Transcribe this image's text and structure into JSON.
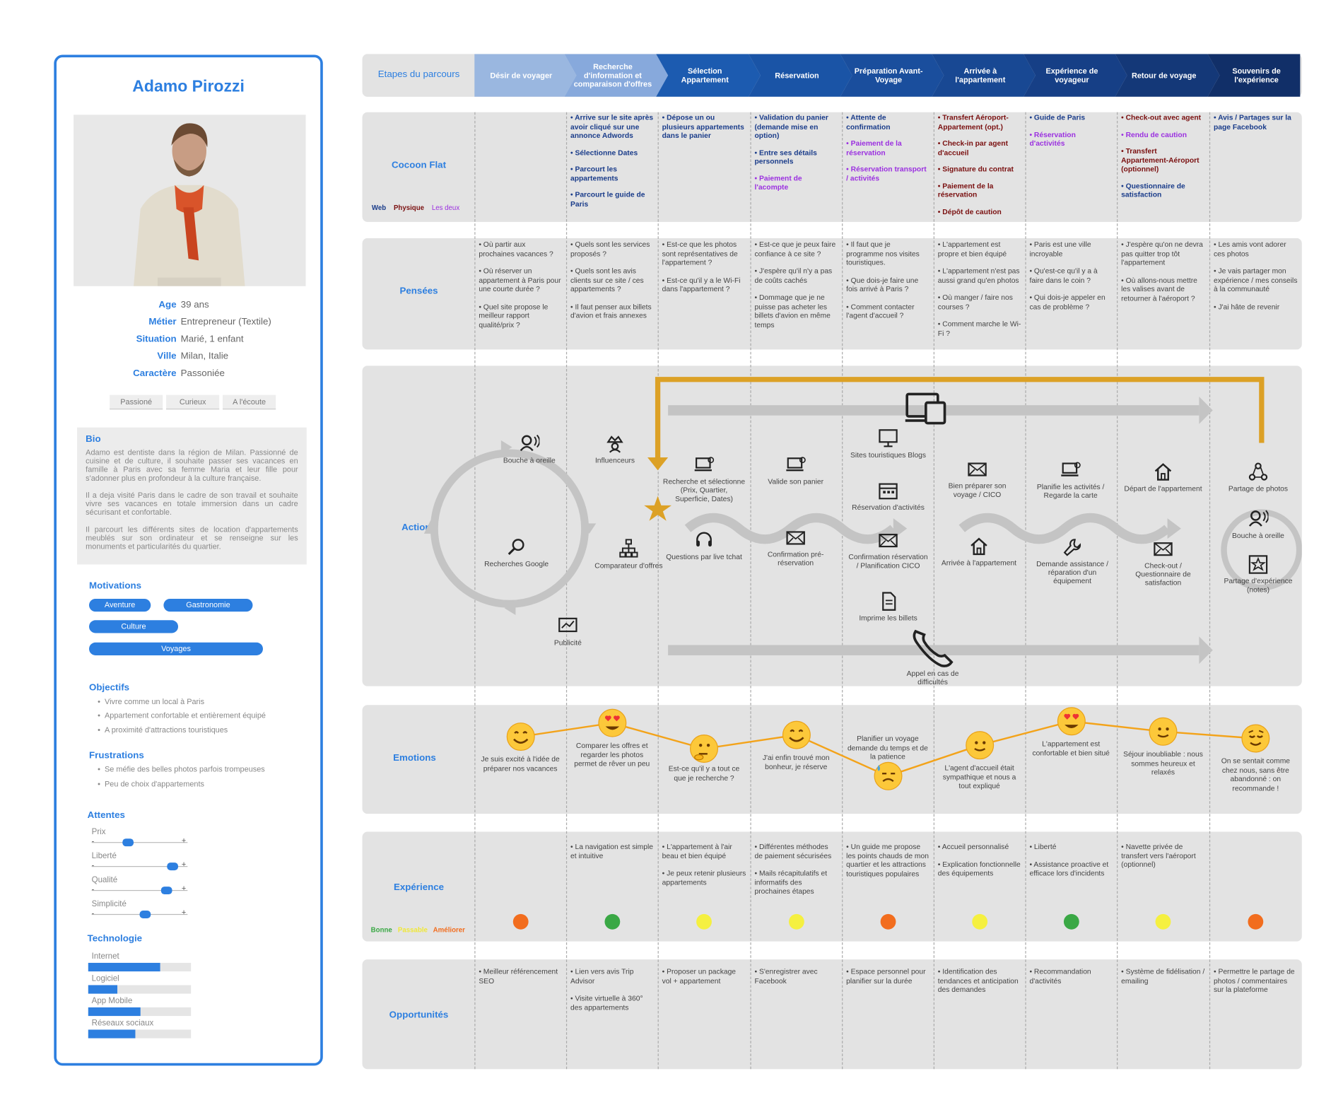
{
  "persona": {
    "name": "Adamo Pirozzi",
    "info": [
      {
        "label": "Age",
        "value": "39 ans"
      },
      {
        "label": "Métier",
        "value": "Entrepreneur (Textile)"
      },
      {
        "label": "Situation",
        "value": "Marié, 1 enfant"
      },
      {
        "label": "Ville",
        "value": "Milan, Italie"
      },
      {
        "label": "Caractère",
        "value": "Passoniée"
      }
    ],
    "traits": [
      "Passioné",
      "Curieux",
      "A l'écoute"
    ],
    "bio_title": "Bio",
    "bio": [
      "Adamo est dentiste dans la région de Milan. Passionné de cuisine et de culture, il souhaite passer ses vacances en famille à Paris avec sa femme Maria et leur fille pour s'adonner plus en profondeur à la culture française.",
      "Il a deja visité Paris dans le cadre de son travail et souhaite vivre ses vacances en totale immersion dans un cadre sécurisant et confortable.",
      "Il parcourt les différents sites de location d'appartements meublés sur son ordinateur et se renseigne sur les monuments et particularités du quartier."
    ],
    "motivations_title": "Motivations",
    "motivations": [
      "Aventure",
      "Gastronomie",
      "Culture",
      "Voyages"
    ],
    "objectifs_title": "Objectifs",
    "objectifs": [
      "Vivre comme un local à Paris",
      "Appartement confortable et entièrement équipé",
      "A proximité d'attractions touristiques"
    ],
    "frustrations_title": "Frustrations",
    "frustrations": [
      "Se méfie des belles photos parfois trompeuses",
      "Peu de choix d'appartements"
    ],
    "attentes_title": "Attentes",
    "attentes": [
      {
        "label": "Prix",
        "level": 0.3
      },
      {
        "label": "Liberté",
        "level": 0.82
      },
      {
        "label": "Qualité",
        "level": 0.75
      },
      {
        "label": "Simplicité",
        "level": 0.5
      }
    ],
    "minus": "-",
    "plus": "+",
    "technologie_title": "Technologie",
    "technologie": [
      {
        "label": "Internet",
        "level": 0.7
      },
      {
        "label": "Logiciel",
        "level": 0.28
      },
      {
        "label": "App Mobile",
        "level": 0.51
      },
      {
        "label": "Réseaux sociaux",
        "level": 0.46
      }
    ]
  },
  "journey": {
    "rows": {
      "etapes": "Etapes du parcours",
      "cocoon": "Cocoon Flat",
      "pensees": "Pensées",
      "actions": "Actions",
      "emotions": "Emotions",
      "experience": "Expérience",
      "opportunites": "Opportunités"
    },
    "channel_legend": {
      "web": "Web",
      "physique": "Physique",
      "both": "Les deux"
    },
    "experience_legend": {
      "bonne": "Bonne",
      "passable": "Passable",
      "ameliorer": "Améliorer"
    },
    "stages": [
      "Désir de voyager",
      "Recherche d'information et comparaison d'offres",
      "Sélection Appartement",
      "Réservation",
      "Préparation Avant-Voyage",
      "Arrivée à l'appartement",
      "Expérience de voyageur",
      "Retour de voyage",
      "Souvenirs de l'expérience"
    ],
    "touchpoints": [
      [],
      [
        {
          "c": "web",
          "t": "• Arrive sur le site après avoir cliqué sur une annonce Adwords"
        },
        {
          "c": "web",
          "t": "• Sélectionne Dates"
        },
        {
          "c": "web",
          "t": "• Parcourt les appartements"
        },
        {
          "c": "web",
          "t": "• Parcourt le guide de Paris"
        }
      ],
      [
        {
          "c": "web",
          "t": "• Dépose un ou plusieurs appartements dans le panier"
        }
      ],
      [
        {
          "c": "web",
          "t": "• Validation du panier (demande mise en option)"
        },
        {
          "c": "web",
          "t": "• Entre ses détails personnels"
        },
        {
          "c": "both",
          "t": "• Paiement de l'acompte"
        }
      ],
      [
        {
          "c": "web",
          "t": "• Attente de confirmation"
        },
        {
          "c": "both",
          "t": "• Paiement de la réservation"
        },
        {
          "c": "both",
          "t": "• Réservation transport / activités"
        }
      ],
      [
        {
          "c": "phys",
          "t": "• Transfert Aéroport-Appartement (opt.)"
        },
        {
          "c": "phys",
          "t": "• Check-in par agent d'accueil"
        },
        {
          "c": "phys",
          "t": "• Signature du contrat"
        },
        {
          "c": "phys",
          "t": "• Paiement de la réservation"
        },
        {
          "c": "phys",
          "t": "• Dépôt de caution"
        }
      ],
      [
        {
          "c": "web",
          "t": "• Guide de Paris"
        },
        {
          "c": "both",
          "t": "• Réservation d'activités"
        }
      ],
      [
        {
          "c": "phys",
          "t": "• Check-out avec agent"
        },
        {
          "c": "both",
          "t": "• Rendu de caution"
        },
        {
          "c": "phys",
          "t": "• Transfert Appartement-Aéroport (optionnel)"
        },
        {
          "c": "web",
          "t": "• Questionnaire de satisfaction"
        }
      ],
      [
        {
          "c": "web",
          "t": "• Avis / Partages sur la page Facebook"
        }
      ]
    ],
    "pensees": [
      [
        "• Où partir aux prochaines vacances ?",
        "• Où réserver un appartement à Paris pour une courte durée ?",
        "• Quel site propose le meilleur rapport qualité/prix ?"
      ],
      [
        "• Quels sont les services proposés ?",
        "• Quels sont les avis clients sur ce site / ces appartements ?",
        "• Il faut penser aux billets d'avion et frais annexes"
      ],
      [
        "• Est-ce que les photos sont représentatives de l'appartement ?",
        "• Est-ce qu'il y a le Wi-Fi dans l'appartement ?"
      ],
      [
        "• Est-ce que je peux faire confiance à ce site ?",
        "• J'espère qu'il n'y a pas de coûts cachés",
        "• Dommage que je ne puisse pas acheter les billets d'avion en même temps"
      ],
      [
        "• Il faut que je programme nos visites touristiques.",
        "• Que dois-je faire une fois arrivé à Paris ?",
        "• Comment contacter l'agent d'accueil ?"
      ],
      [
        "• L'appartement est propre et bien équipé",
        "• L'appartement n'est pas aussi grand qu'en photos",
        "• Où manger / faire nos courses ?",
        "• Comment marche le Wi-Fi ?"
      ],
      [
        "• Paris est une ville incroyable",
        "• Qu'est-ce qu'il y a à faire dans le coin ?",
        "• Qui dois-je appeler en cas de problème ?"
      ],
      [
        "• J'espère qu'on ne devra pas quitter trop tôt l'appartement",
        "• Où allons-nous mettre les valises avant de retourner à l'aéroport ?"
      ],
      [
        "• Les amis vont adorer ces photos",
        "• Je vais partager mon expérience / mes conseils à la communauté",
        "• J'ai hâte de revenir"
      ]
    ],
    "actions": {
      "bouche": "Bouche à oreille",
      "influenceurs": "Influenceurs",
      "recherches_google": "Recherches Google",
      "comparateur": "Comparateur d'offres",
      "publicite": "Publicité",
      "recherche_selection": "Recherche et sélectionne (Prix, Quartier, Superficie, Dates)",
      "questions_tchat": "Questions par live tchat",
      "valide_panier": "Valide son panier",
      "confirmation_pre": "Confirmation pré-réservation",
      "sites_touristiques": "Sites touristiques Blogs",
      "reservation_activites": "Réservation d'activités",
      "confirmation_cico": "Confirmation réservation / Planification CICO",
      "imprime_billets": "Imprime les billets",
      "bien_preparer": "Bien préparer son voyage / CICO",
      "arrivee": "Arrivée à l'appartement",
      "planifie": "Planifie les activités / Regarde la carte",
      "demande_assistance": "Demande assistance / réparation d'un équipement",
      "depart": "Départ de l'appartement",
      "checkout": "Check-out / Questionnaire de satisfaction",
      "partage_photos": "Partage de photos",
      "bouche2": "Bouche à oreille",
      "partage_experience": "Partage d'expérience (notes)",
      "appel": "Appel en cas de difficultés"
    },
    "emotions": [
      {
        "face": "smile",
        "text": "Je suis excité à l'idée de préparer nos vacances"
      },
      {
        "face": "love",
        "text": "Comparer les offres et regarder les photos permet de rêver un peu"
      },
      {
        "face": "think",
        "text": "Est-ce qu'il y a tout ce que je recherche ?"
      },
      {
        "face": "smile",
        "text": "J'ai enfin trouvé mon bonheur, je réserve"
      },
      {
        "face": "sweat",
        "text": "Planifier un voyage demande du temps et de la patience"
      },
      {
        "face": "slight",
        "text": "L'agent d'accueil était sympathique et nous a tout expliqué"
      },
      {
        "face": "love",
        "text": "L'appartement est confortable et bien situé"
      },
      {
        "face": "slight",
        "text": "Séjour inoubliable : nous sommes heureux et relaxés"
      },
      {
        "face": "relieved",
        "text": "On se sentait comme chez nous, sans être abandonné : on recommande !"
      }
    ],
    "emotion_levels": [
      0.45,
      0.85,
      0.1,
      0.5,
      -0.7,
      0.2,
      0.9,
      0.6,
      0.4
    ],
    "experience": [
      [],
      [
        "• La navigation est simple et intuitive"
      ],
      [
        "• L'appartement à l'air beau et bien équipé",
        "• Je peux retenir plusieurs appartements"
      ],
      [
        "• Différentes méthodes de paiement sécurisées",
        "• Mails récapitulatifs et informatifs des prochaines étapes"
      ],
      [
        "• Un guide me propose les points chauds de mon quartier et les attractions touristiques populaires"
      ],
      [
        "• Accueil personnalisé",
        "• Explication fonctionnelle des équipements"
      ],
      [
        "• Liberté",
        "• Assistance proactive et efficace lors d'incidents"
      ],
      [
        "• Navette privée de transfert vers l'aéroport (optionnel)"
      ],
      []
    ],
    "experience_ratings": [
      "ameliorer",
      "bonne",
      "passable",
      "passable",
      "ameliorer",
      "passable",
      "bonne",
      "passable",
      "ameliorer"
    ],
    "colors": {
      "bonne": "#3aa845",
      "passable": "#f5f040",
      "ameliorer": "#f26d1e",
      "accent": "#2d7fe0",
      "gold": "#dca126"
    },
    "opportunites": [
      [
        "• Meilleur référencement SEO"
      ],
      [
        "• Lien vers avis Trip Advisor",
        "• Visite virtuelle à 360° des appartements"
      ],
      [
        "• Proposer un package vol + appartement"
      ],
      [
        "• S'enregistrer avec Facebook"
      ],
      [
        "• Espace personnel pour planifier sur la durée"
      ],
      [
        "• Identification des tendances et anticipation des demandes"
      ],
      [
        "• Recommandation d'activités"
      ],
      [
        "• Système de fidélisation / emailing"
      ],
      [
        "• Permettre le partage de photos / commentaires sur la plateforme"
      ]
    ]
  }
}
